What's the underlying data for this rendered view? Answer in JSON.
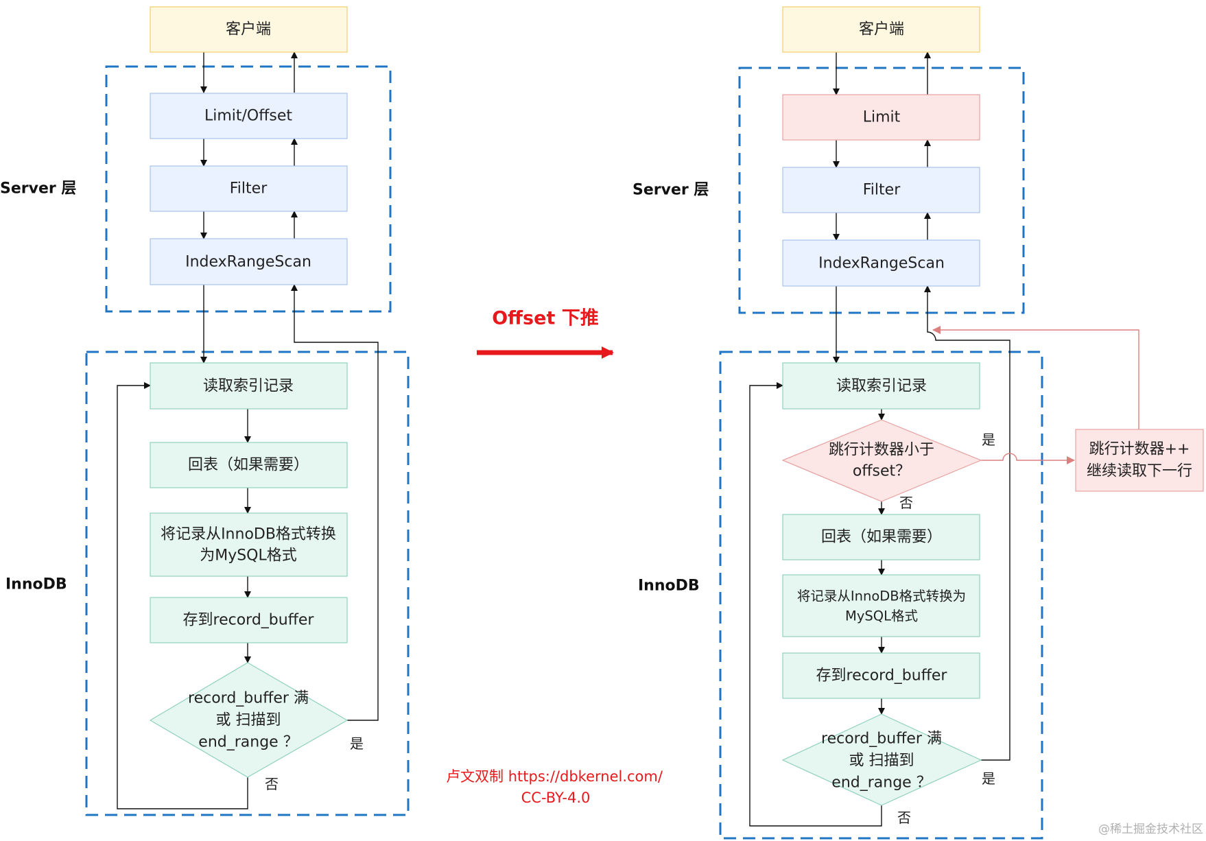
{
  "left": {
    "client": "客户端",
    "limit": "Limit/Offset",
    "filter": "Filter",
    "scan": "IndexRangeScan",
    "server_label": "Server 层",
    "innodb_label": "InnoDB",
    "read": "读取索引记录",
    "lookup": "回表（如果需要）",
    "convert": [
      "将记录从InnoDB格式转换",
      "为MySQL格式"
    ],
    "store": "存到record_buffer",
    "decision": [
      "record_buffer 满",
      "或 扫描到",
      "end_range ？"
    ],
    "yes": "是",
    "no": "否"
  },
  "middle": {
    "title": "Offset 下推",
    "arrow_color": "#e8191c",
    "credit": [
      "卢文双制  https://dbkernel.com/",
      "CC-BY-4.0"
    ]
  },
  "right": {
    "client": "客户端",
    "limit": "Limit",
    "filter": "Filter",
    "scan": "IndexRangeScan",
    "server_label": "Server 层",
    "innodb_label": "InnoDB",
    "read": "读取索引记录",
    "skip_decision": [
      "跳行计数器小于",
      "offset？"
    ],
    "skip_yes": "是",
    "skip_no": "否",
    "counter": [
      "跳行计数器++",
      "继续读取下一行"
    ],
    "lookup": "回表（如果需要）",
    "convert": [
      "将记录从InnoDB格式转换为",
      "MySQL格式"
    ],
    "store": "存到record_buffer",
    "decision": [
      "record_buffer 满",
      "或 扫描到",
      "end_range ？"
    ],
    "yes": "是",
    "no": "否"
  },
  "watermark": "@稀土掘金技术社区",
  "colors": {
    "client_fill": "#fff8e1",
    "server_fill": "#eaf1ff",
    "limit_fill": "#fde6e6",
    "innodb_fill": "#e6f6f1",
    "dashed_border": "#1f74c4",
    "red_line": "#dc7f7f"
  }
}
